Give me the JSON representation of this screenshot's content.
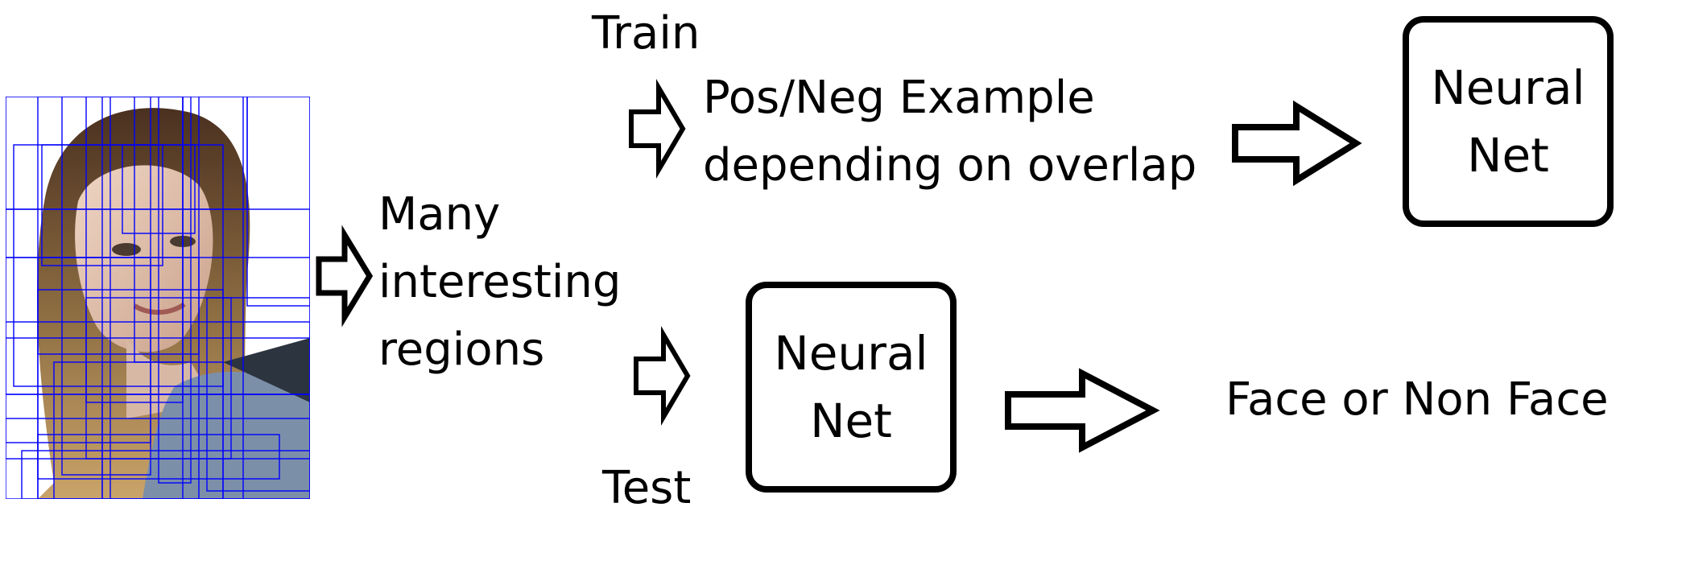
{
  "input_photo": {
    "subject": "portrait photo of a person with candidate region boxes overlaid",
    "box_color": "#0000ff"
  },
  "regions_label": [
    "Many",
    "interesting",
    "regions"
  ],
  "train": {
    "label": "Train",
    "examples_line1": "Pos/Neg Example",
    "examples_line2": "depending on overlap",
    "net_line1": "Neural",
    "net_line2": "Net"
  },
  "test": {
    "label": "Test",
    "net_line1": "Neural",
    "net_line2": "Net",
    "output": "Face or Non Face"
  },
  "arrow_icon": "hollow-right-arrow-icon"
}
